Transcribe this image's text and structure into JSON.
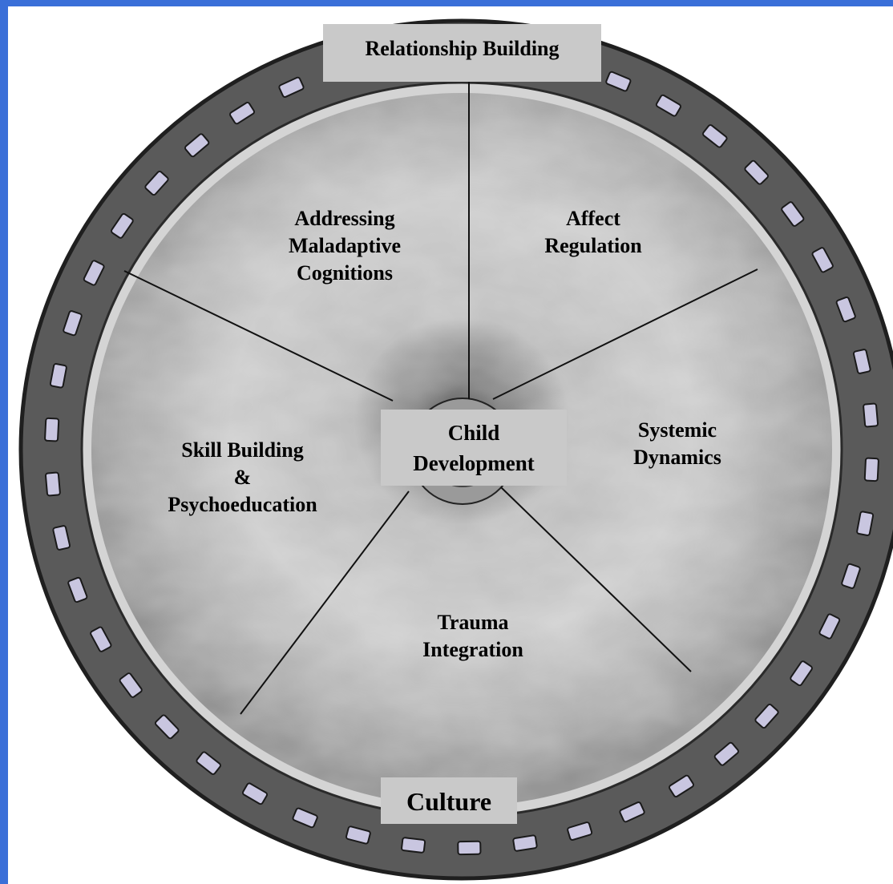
{
  "diagram": {
    "center": {
      "lines": [
        "Child",
        "Development"
      ]
    },
    "top_label": "Relationship Building",
    "bottom_label": "Culture",
    "segments": [
      {
        "id": "cognitions",
        "lines": [
          "Addressing",
          "Maladaptive",
          "Cognitions"
        ]
      },
      {
        "id": "affect",
        "lines": [
          "Affect",
          "Regulation"
        ]
      },
      {
        "id": "systemic",
        "lines": [
          "Systemic",
          "Dynamics"
        ]
      },
      {
        "id": "skill",
        "lines": [
          "Skill Building",
          "&",
          "Psychoeducation"
        ]
      },
      {
        "id": "trauma",
        "lines": [
          "Trauma",
          "Integration"
        ]
      }
    ],
    "colors": {
      "background": "#3a6fd8",
      "tire": "#5a5a5a",
      "tread_marks": "#c9c6e0",
      "rim": "#d4d4d4",
      "wheel_face": "#b4b4b4",
      "label_box": "#c9c9c9"
    }
  }
}
